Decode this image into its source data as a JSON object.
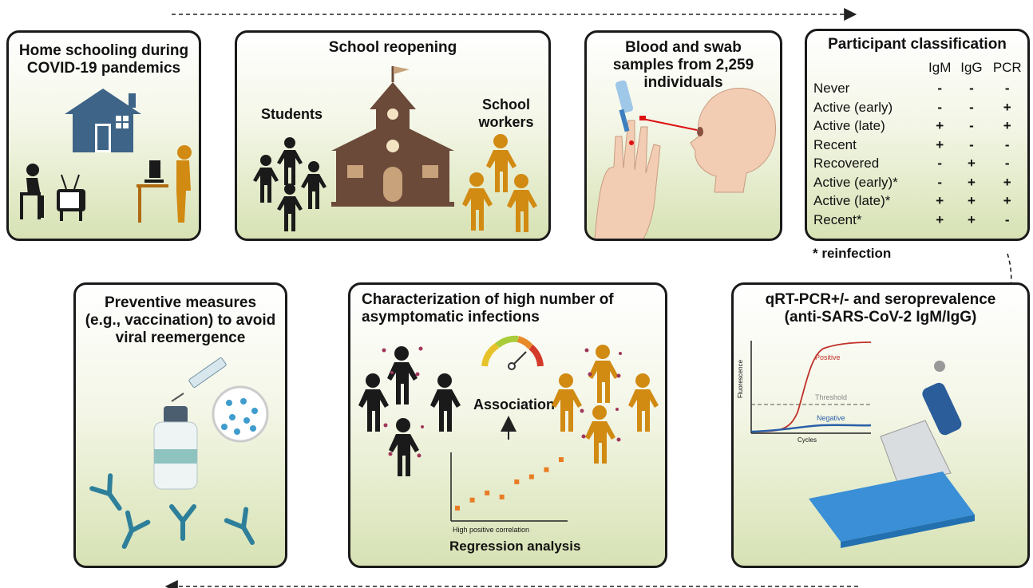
{
  "panels": {
    "home": {
      "title_l1": "Home schooling during",
      "title_l2": "COVID-19 pandemics"
    },
    "reopen": {
      "title": "School reopening",
      "students": "Students",
      "workers_l1": "School",
      "workers_l2": "workers"
    },
    "samples": {
      "title_l1": "Blood and swab",
      "title_l2": "samples from 2,259",
      "title_l3": "individuals"
    },
    "classification": {
      "title": "Participant classification",
      "columns": [
        "IgM",
        "IgG",
        "PCR"
      ],
      "rows": [
        {
          "label": "Never",
          "igm": "-",
          "igg": "-",
          "pcr": "-"
        },
        {
          "label": "Active (early)",
          "igm": "-",
          "igg": "-",
          "pcr": "+"
        },
        {
          "label": "Active (late)",
          "igm": "+",
          "igg": "-",
          "pcr": "+"
        },
        {
          "label": "Recent",
          "igm": "+",
          "igg": "-",
          "pcr": "-"
        },
        {
          "label": "Recovered",
          "igm": "-",
          "igg": "+",
          "pcr": "-"
        },
        {
          "label": "Active (early)*",
          "igm": "-",
          "igg": "+",
          "pcr": "+"
        },
        {
          "label": "Active (late)*",
          "igm": "+",
          "igg": "+",
          "pcr": "+"
        },
        {
          "label": "Recent*",
          "igm": "+",
          "igg": "+",
          "pcr": "-"
        }
      ],
      "footnote": "* reinfection"
    },
    "qpcr": {
      "title_l1": "qRT-PCR+/- and seroprevalence",
      "title_l2": "(anti-SARS-CoV-2 IgM/IgG)",
      "positive": "Positive",
      "threshold": "Threshold",
      "negative": "Negative",
      "ylabel": "Fluorescence",
      "xlabel": "Cycles"
    },
    "characterization": {
      "title_l1": "Characterization of high number of",
      "title_l2": "asymptomatic infections",
      "association": "Association",
      "corr": "High positive correlation",
      "regression": "Regression analysis"
    },
    "preventive": {
      "title_l1": "Preventive measures",
      "title_l2": "(e.g., vaccination) to avoid",
      "title_l3": "viral reemergence"
    }
  },
  "colors": {
    "student": "#1a1a1a",
    "worker": "#d18a12",
    "house": "#3e6488",
    "school": "#6b4a3a",
    "antibody": "#2d7f9a",
    "virus": "#a0365a"
  },
  "regression_points": [
    [
      1,
      0.8
    ],
    [
      2,
      1.6
    ],
    [
      3,
      2.3
    ],
    [
      4,
      1.9
    ],
    [
      5,
      3.4
    ],
    [
      6,
      3.9
    ],
    [
      7,
      4.6
    ],
    [
      8,
      5.6
    ]
  ]
}
